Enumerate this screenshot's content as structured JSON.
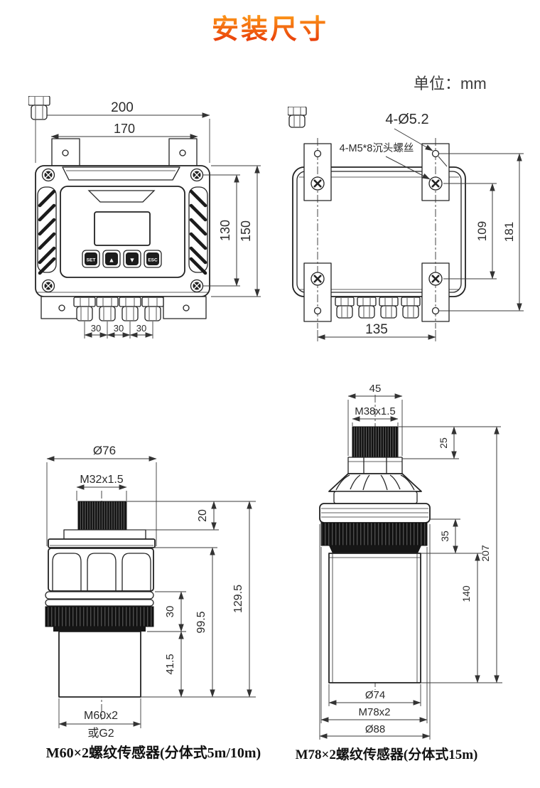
{
  "page": {
    "title": "安装尺寸",
    "unit": "单位：mm"
  },
  "colors": {
    "title_top": "#ffa31a",
    "title_bottom": "#e83a0a",
    "line": "#222222",
    "dim_text": "#2b2b2b"
  },
  "front_view": {
    "dims": {
      "w200": "200",
      "w170": "170",
      "h130": "130",
      "h150": "150",
      "g30a": "30",
      "g30b": "30",
      "g30c": "30"
    },
    "buttons": {
      "set": "SET",
      "up": "▲",
      "down": "▼",
      "esc": "ESC"
    }
  },
  "back_view": {
    "labels": {
      "holes": "4-Ø5.2",
      "screws": "4-M5*8沉头螺丝"
    },
    "dims": {
      "v109": "109",
      "v181": "181",
      "h135": "135"
    }
  },
  "sensor_m60": {
    "dims": {
      "dia": "Ø76",
      "thread": "M32x1.5",
      "t20": "20",
      "t30": "30",
      "t41": "41.5",
      "t99": "99.5",
      "t129": "129.5",
      "bottom": "M60x2",
      "alt": "或G2"
    },
    "caption": "M60×2螺纹传感器(分体式5m/10m)"
  },
  "sensor_m78": {
    "dims": {
      "w45": "45",
      "thread": "M38x1.5",
      "t25": "25",
      "t35": "35",
      "t140": "140",
      "t207": "207",
      "d74": "Ø74",
      "m78": "M78x2",
      "d88": "Ø88"
    },
    "caption": "M78×2螺纹传感器(分体式15m)"
  }
}
